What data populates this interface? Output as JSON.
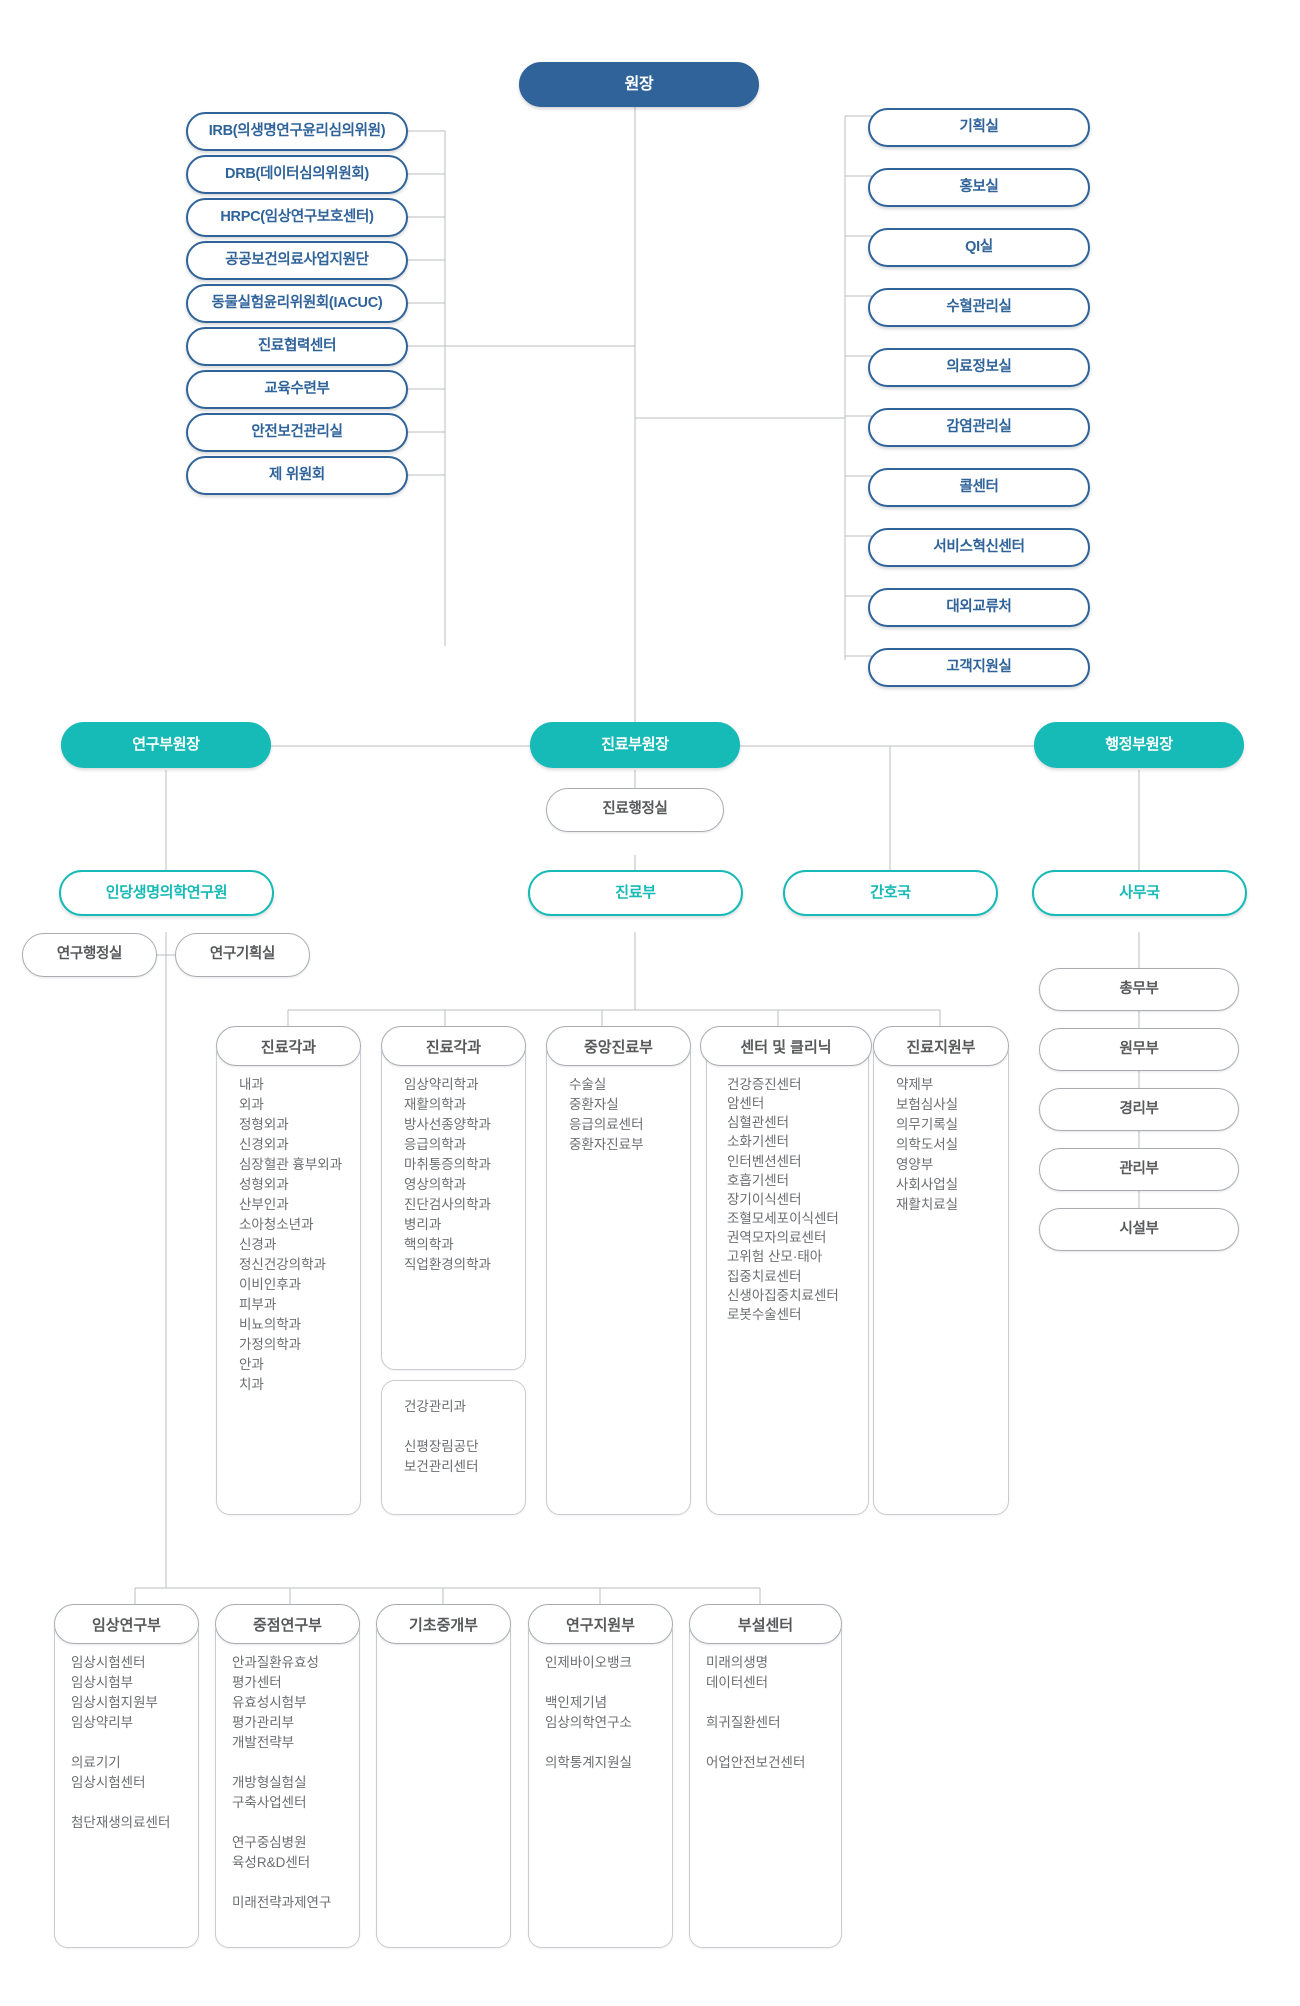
{
  "colors": {
    "root_blue": "#2F6399",
    "teal": "#16BAB6",
    "gray_border": "#a9adb2",
    "text_gray": "#58595b"
  },
  "root": {
    "label": "원장"
  },
  "left_committees": {
    "items": [
      {
        "label": "IRB(의생명연구윤리심의위원)"
      },
      {
        "label": "DRB(데이터심의위원회)"
      },
      {
        "label": "HRPC(임상연구보호센터)"
      },
      {
        "label": "공공보건의료사업지원단"
      },
      {
        "label": "동물실험윤리위원회(IACUC)"
      },
      {
        "label": "진료협력센터"
      },
      {
        "label": "교육수련부"
      },
      {
        "label": "안전보건관리실"
      },
      {
        "label": "제 위원회"
      }
    ]
  },
  "right_offices": {
    "items": [
      {
        "label": "기획실"
      },
      {
        "label": "홍보실"
      },
      {
        "label": "QI실"
      },
      {
        "label": "수혈관리실"
      },
      {
        "label": "의료정보실"
      },
      {
        "label": "감염관리실"
      },
      {
        "label": "콜센터"
      },
      {
        "label": "서비스혁신센터"
      },
      {
        "label": "대외교류처"
      },
      {
        "label": "고객지원실"
      }
    ]
  },
  "vice_directors": [
    {
      "label": "연구부원장"
    },
    {
      "label": "진료부원장"
    },
    {
      "label": "행정부원장"
    }
  ],
  "mid_nodes": {
    "clinical_admin": {
      "label": "진료행정실"
    },
    "research_institute": {
      "label": "인당생명의학연구원"
    },
    "clinical_dept": {
      "label": "진료부"
    },
    "nursing_bureau": {
      "label": "간호국"
    },
    "office_bureau": {
      "label": "사무국"
    },
    "research_admin": {
      "label": "연구행정실"
    },
    "research_planning": {
      "label": "연구기획실"
    }
  },
  "admin_divisions": {
    "items": [
      {
        "label": "총무부"
      },
      {
        "label": "원무부"
      },
      {
        "label": "경리부"
      },
      {
        "label": "관리부"
      },
      {
        "label": "시설부"
      }
    ]
  },
  "clinical_cards": [
    {
      "title": "진료각과",
      "items": "내과\n외과\n정형외과\n신경외과\n심장혈관 흉부외과\n성형외과\n산부인과\n소아청소년과\n신경과\n정신건강의학과\n이비인후과\n피부과\n비뇨의학과\n가정의학과\n안과\n치과"
    },
    {
      "title": "진료각과",
      "items": "임상약리학과\n재활의학과\n방사선종양학과\n응급의학과\n마취통증의학과\n영상의학과\n진단검사의학과\n병리과\n핵의학과\n직업환경의학과"
    },
    {
      "title": "중앙진료부",
      "items": "수술실\n중환자실\n응급의료센터\n중환자진료부"
    },
    {
      "title": "센터 및 클리닉",
      "items": "건강증진센터\n암센터\n심혈관센터\n소화기센터\n인터벤션센터\n호흡기센터\n장기이식센터\n조혈모세포이식센터\n권역모자의료센터\n  고위험 산모·태아\n  집중치료센터\n  신생아집중치료센터\n로봇수술센터"
    },
    {
      "title": "진료지원부",
      "items": "약제부\n보험심사실\n의무기록실\n의학도서실\n영양부\n사회사업실\n재활치료실"
    }
  ],
  "clinical_extra_card": {
    "items": "건강관리과\n\n신평장림공단\n보건관리센터"
  },
  "research_cards": [
    {
      "title": "임상연구부",
      "items": "임상시험센터\n  임상시험부\n  임상시험지원부\n  임상약리부\n\n의료기기\n임상시험센터\n\n첨단재생의료센터"
    },
    {
      "title": "중점연구부",
      "items": "안과질환유효성\n평가센터\n  유효성시험부\n  평가관리부\n  개발전략부\n\n개방형실험실\n구축사업센터\n\n연구중심병원\n육성R&D센터\n\n미래전략과제연구"
    },
    {
      "title": "기초중개부",
      "items": ""
    },
    {
      "title": "연구지원부",
      "items": "인제바이오뱅크\n\n백인제기념\n임상의학연구소\n\n의학통계지원실"
    },
    {
      "title": "부설센터",
      "items": "미래의생명\n데이터센터\n\n희귀질환센터\n\n어업안전보건센터"
    }
  ]
}
